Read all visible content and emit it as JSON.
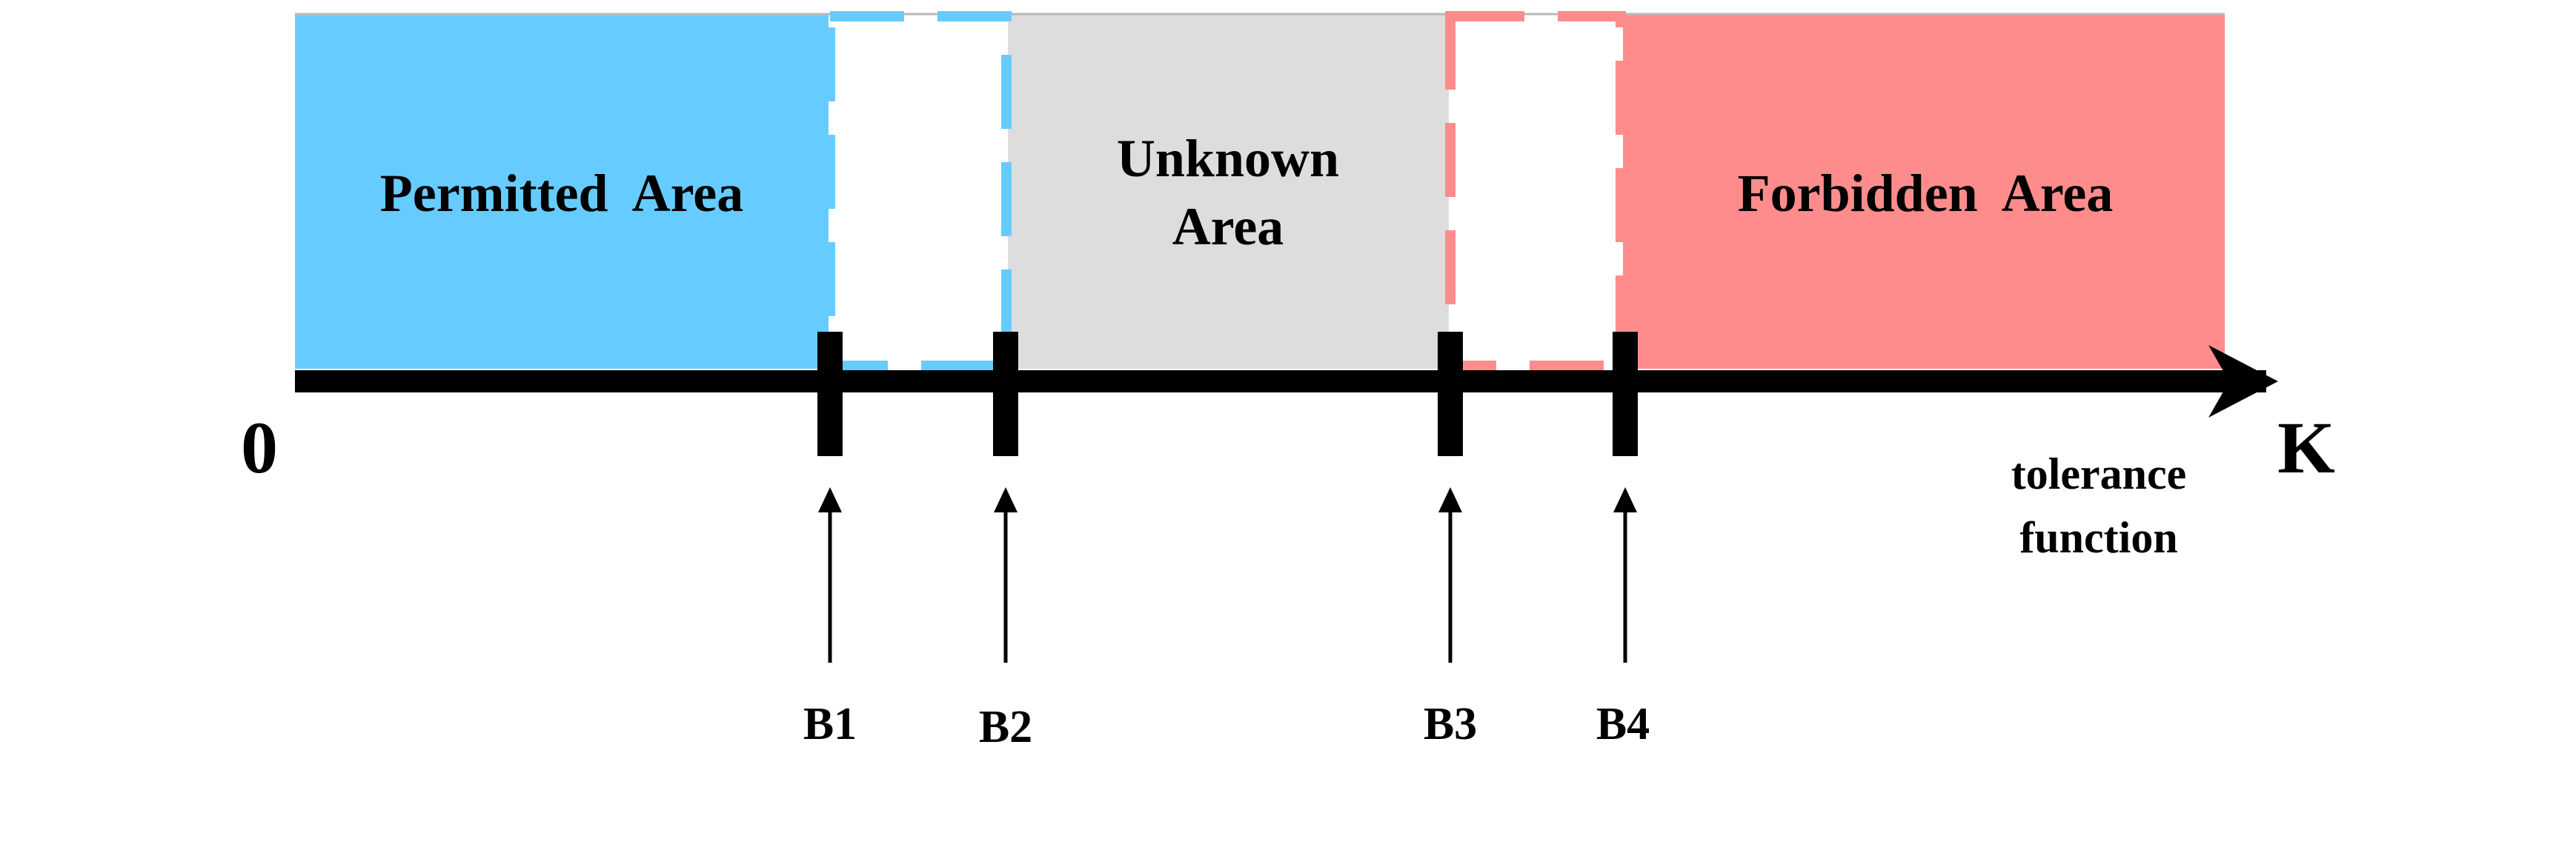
{
  "colors": {
    "permitted": "#66ccff",
    "unknown": "#dddddd",
    "forbidden": "#ff8c8c",
    "axis": "#000000",
    "background": "#ffffff"
  },
  "areas": {
    "permitted": "Permitted  Area",
    "unknown_line1": "Unknown",
    "unknown_line2": "Area",
    "forbidden": "Forbidden  Area"
  },
  "axis": {
    "origin": "0",
    "end": "K",
    "caption_line1": "tolerance",
    "caption_line2": "function"
  },
  "boundaries": [
    "B1",
    "B2",
    "B3",
    "B4"
  ]
}
